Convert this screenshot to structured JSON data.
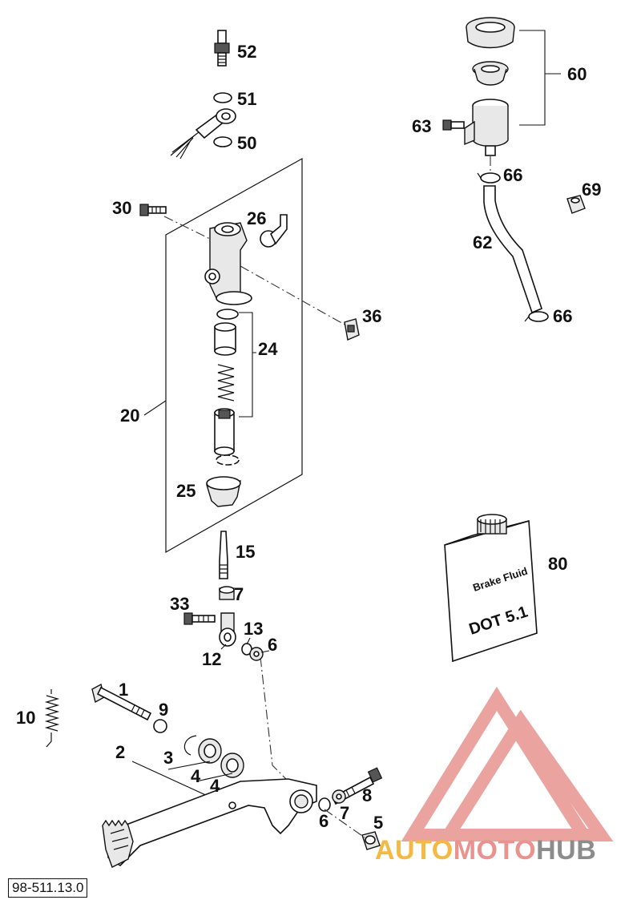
{
  "callouts": [
    "52",
    "51",
    "50",
    "30",
    "26",
    "36",
    "24",
    "20",
    "25",
    "15",
    "7",
    "33",
    "13",
    "12",
    "6",
    "1",
    "9",
    "10",
    "2",
    "3",
    "4",
    "4",
    "8",
    "6",
    "7",
    "5",
    "60",
    "63",
    "66",
    "69",
    "62",
    "66",
    "80"
  ],
  "can": {
    "line1": "Brake Fluid",
    "line2": "DOT 5.1"
  },
  "reference": "98-511.13.0",
  "watermark": {
    "part1": "AUTO",
    "part2": "MOTO",
    "part3": "HUB"
  },
  "colors": {
    "watermark_red": "#e8938f",
    "watermark_orange": "#f4b942",
    "watermark_gray": "#8c8c8c",
    "line": "#111111"
  }
}
